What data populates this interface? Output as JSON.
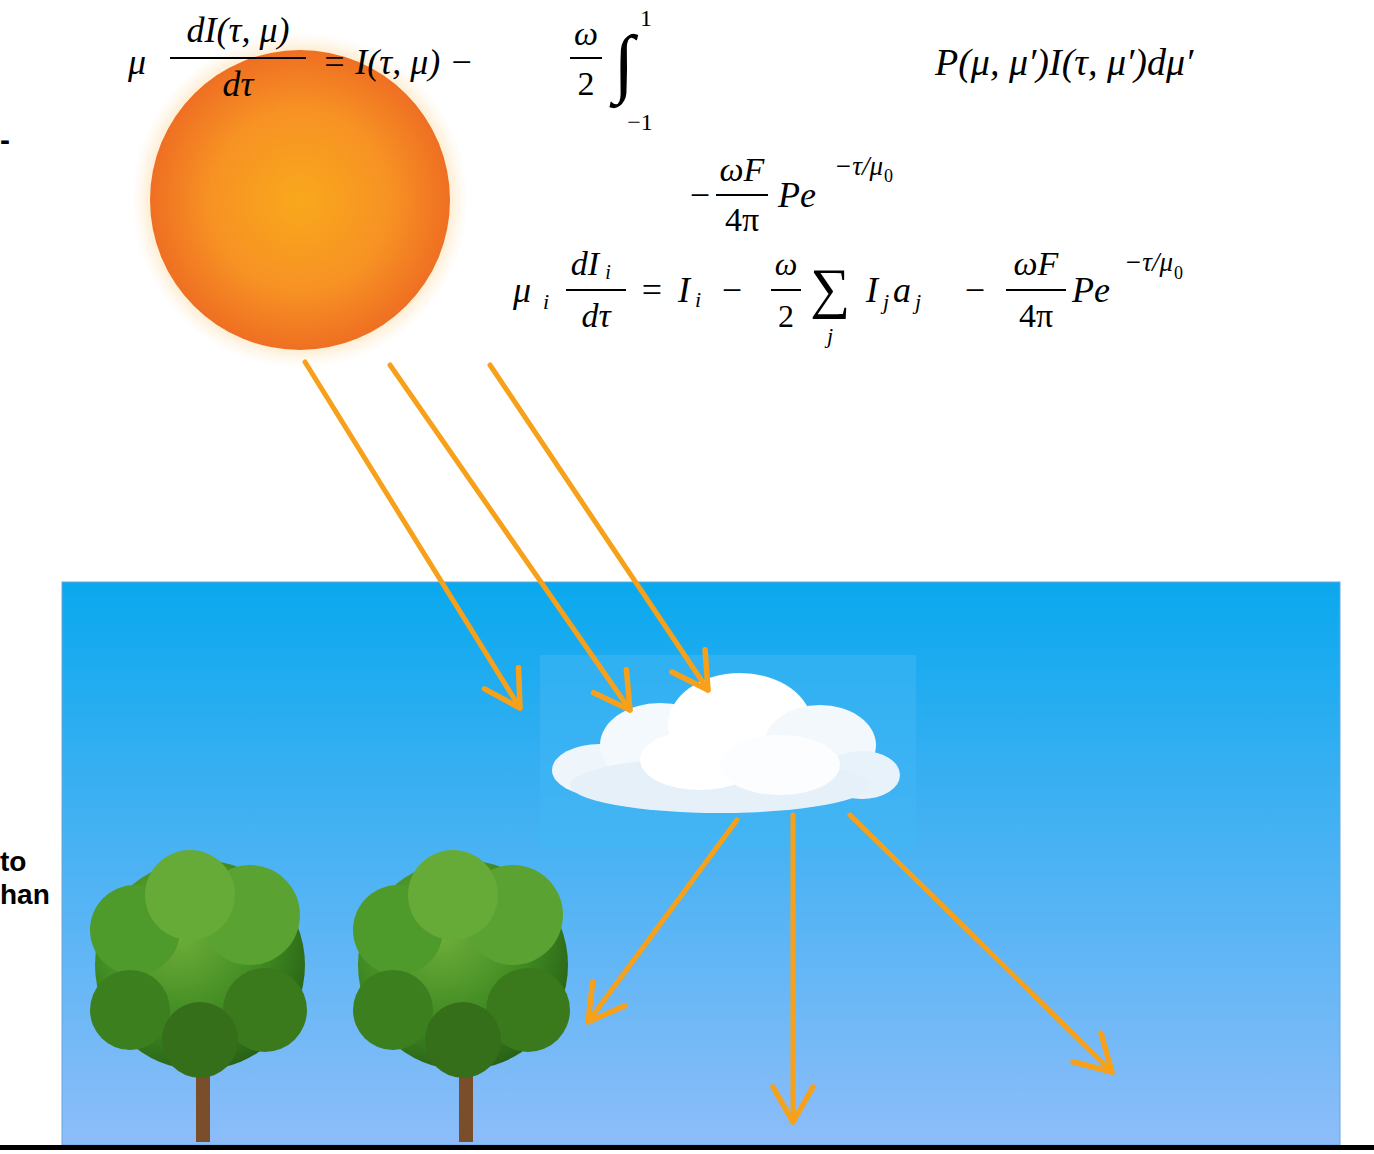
{
  "diagram": {
    "labels": [
      "μ",
      "dI(τ, μ)",
      "dτ",
      "= I(τ, μ) −",
      "ω",
      "2",
      "∫",
      "1",
      "−1",
      "P(μ, μ′)I(τ, μ′)dμ′",
      "−",
      "ωF",
      "4π",
      "Pe",
      "−τ/μ",
      "0",
      "μ",
      "i",
      "dI",
      "i",
      "dτ",
      "=",
      "I",
      "i",
      "−",
      "ω",
      "2",
      "∑",
      "j",
      "I",
      "j",
      "a",
      "j",
      "−",
      "ωF",
      "4π",
      "Pe",
      "−τ/μ",
      "0",
      "-",
      "to",
      "han"
    ]
  }
}
